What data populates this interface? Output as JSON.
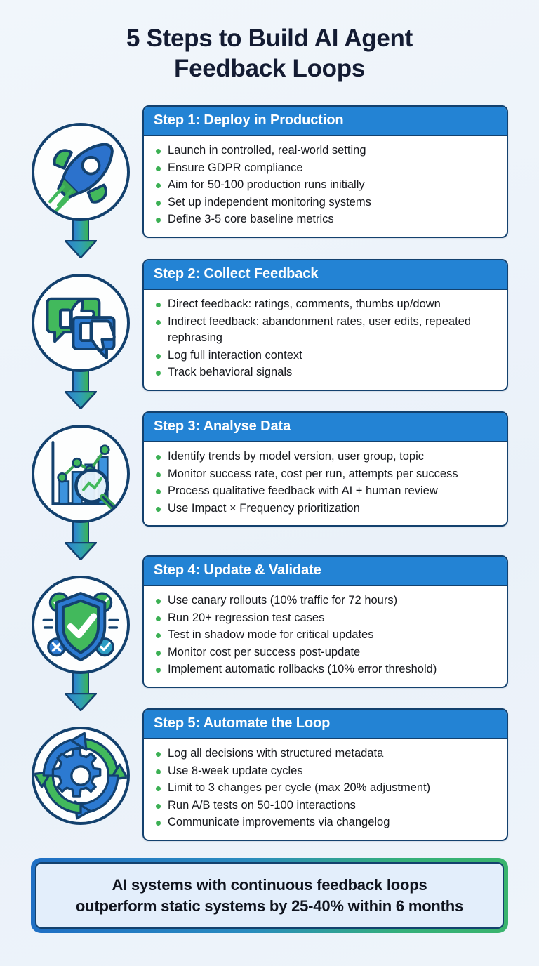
{
  "title": {
    "line1": "5 Steps to Build AI Agent",
    "line2": "Feedback Loops"
  },
  "colors": {
    "background": "#eef4fa",
    "card_header_blue": "#2383d4",
    "card_border_navy": "#13416e",
    "bullet_green": "#3cb054",
    "arrow_gradient_from": "#2f7fd0",
    "arrow_gradient_to": "#3ab255",
    "banner_fill": "#e3eefb",
    "title_text": "#141c33"
  },
  "steps": [
    {
      "icon": "rocket-icon",
      "header": "Step 1: Deploy in Production",
      "bullets": [
        "Launch in controlled, real-world setting",
        "Ensure GDPR compliance",
        "Aim for 50-100 production runs initially",
        "Set up independent monitoring systems",
        "Define 3-5 core baseline metrics"
      ]
    },
    {
      "icon": "feedback-bubbles-icon",
      "header": "Step 2: Collect Feedback",
      "bullets": [
        "Direct feedback: ratings, comments, thumbs up/down",
        "Indirect feedback: abandonment rates, user edits, repeated rephrasing",
        "Log full interaction context",
        "Track behavioral signals"
      ]
    },
    {
      "icon": "chart-magnifier-icon",
      "header": "Step 3: Analyse Data",
      "bullets": [
        "Identify trends by model version, user group, topic",
        "Monitor success rate, cost per run, attempts per success",
        "Process qualitative feedback with AI + human review",
        "Use Impact × Frequency prioritization"
      ]
    },
    {
      "icon": "shield-check-icon",
      "header": "Step 4: Update & Validate",
      "bullets": [
        "Use canary rollouts (10% traffic for 72 hours)",
        "Run 20+ regression test cases",
        "Test in shadow mode for critical updates",
        "Monitor cost per success post-update",
        "Implement automatic rollbacks (10% error threshold)"
      ]
    },
    {
      "icon": "gear-cycle-icon",
      "header": "Step 5: Automate the Loop",
      "bullets": [
        "Log all decisions with structured metadata",
        "Use 8-week update cycles",
        "Limit to 3 changes per cycle (max 20% adjustment)",
        "Run A/B tests on 50-100 interactions",
        "Communicate improvements via changelog"
      ]
    }
  ],
  "banner": {
    "line1": "AI systems with continuous feedback loops",
    "line2": "outperform static systems by 25-40% within 6 months"
  }
}
